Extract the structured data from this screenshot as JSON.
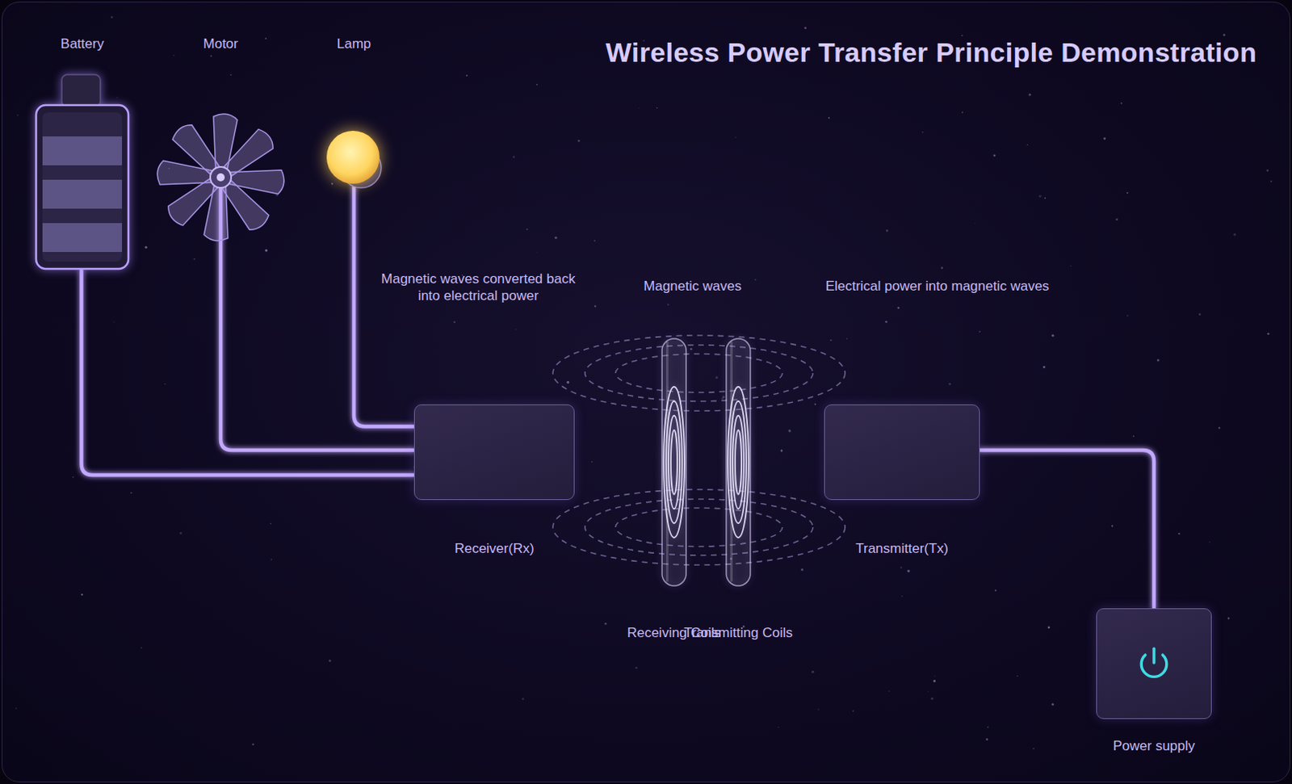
{
  "diagram": {
    "title": "Wireless Power Transfer Principle Demonstration",
    "nodes": [
      {
        "text": [
          "Battery"
        ]
      },
      {
        "text": [
          "Motor"
        ]
      },
      {
        "text": [
          "Lamp"
        ]
      },
      {
        "text": [
          "Receiver(Rx)"
        ]
      },
      {
        "text": [
          "Receiving Coils"
        ]
      },
      {
        "text": [
          "Transmitting Coils"
        ]
      },
      {
        "text": [
          "Transmitter(Tx)"
        ]
      },
      {
        "text": [
          "Power supply"
        ]
      }
    ],
    "edges": [
      {
        "from": 3,
        "to": 0,
        "arrow": "none"
      },
      {
        "from": 3,
        "to": 1,
        "arrow": "none"
      },
      {
        "from": 3,
        "to": 2,
        "arrow": "none"
      },
      {
        "from": 3,
        "to": 4,
        "arrow": "none"
      },
      {
        "from": 3,
        "to": 4,
        "arrow": "none"
      },
      {
        "from": 5,
        "to": 6,
        "arrow": "none"
      },
      {
        "from": 5,
        "to": 6,
        "arrow": "none"
      },
      {
        "from": 6,
        "to": 7,
        "arrow": "none"
      }
    ],
    "labels": [
      "Magnetic waves converted back into electrical power",
      "Magnetic waves",
      "Electrical power into magnetic waves"
    ]
  }
}
